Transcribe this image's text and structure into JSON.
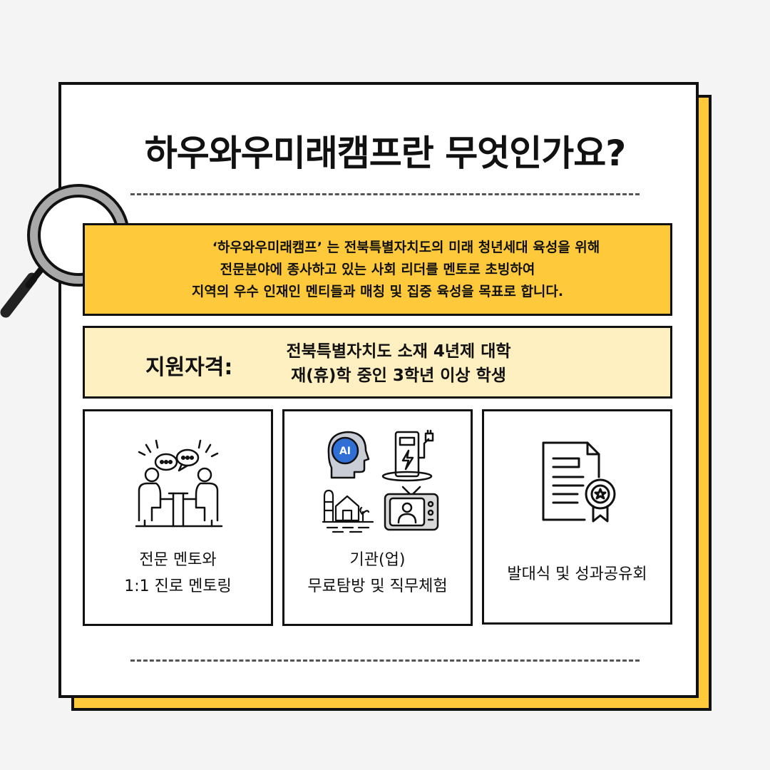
{
  "title": "하우와우미래캠프란 무엇인가요?",
  "intro": {
    "line1": "‘하우와우미래캠프’ 는 전북특별자치도의 미래 청년세대 육성을 위해",
    "line2": "전문분야에 종사하고 있는 사회 리더를 멘토로 초빙하여",
    "line3": "지역의 우수 인재인 멘티들과 매칭 및 집중 육성을 목표로 합니다."
  },
  "qualification": {
    "label": "지원자격:",
    "line1": "전북특별자치도 소재 4년제 대학",
    "line2": "재(휴)학 중인 3학년 이상 학생"
  },
  "features": [
    {
      "icon": "mentoring-conversation-icon",
      "line1": "전문 멘토와",
      "line2": "1:1 진로 멘토링"
    },
    {
      "icon": "industry-visit-icons",
      "ai_badge": "AI",
      "line1": "기관(업)",
      "line2": "무료탐방 및 직무체험"
    },
    {
      "icon": "certificate-icon",
      "line1": "발대식 및 성과공유회"
    }
  ],
  "colors": {
    "accent": "#ffc93c",
    "light_accent": "#fff0c2",
    "ink": "#111111"
  }
}
